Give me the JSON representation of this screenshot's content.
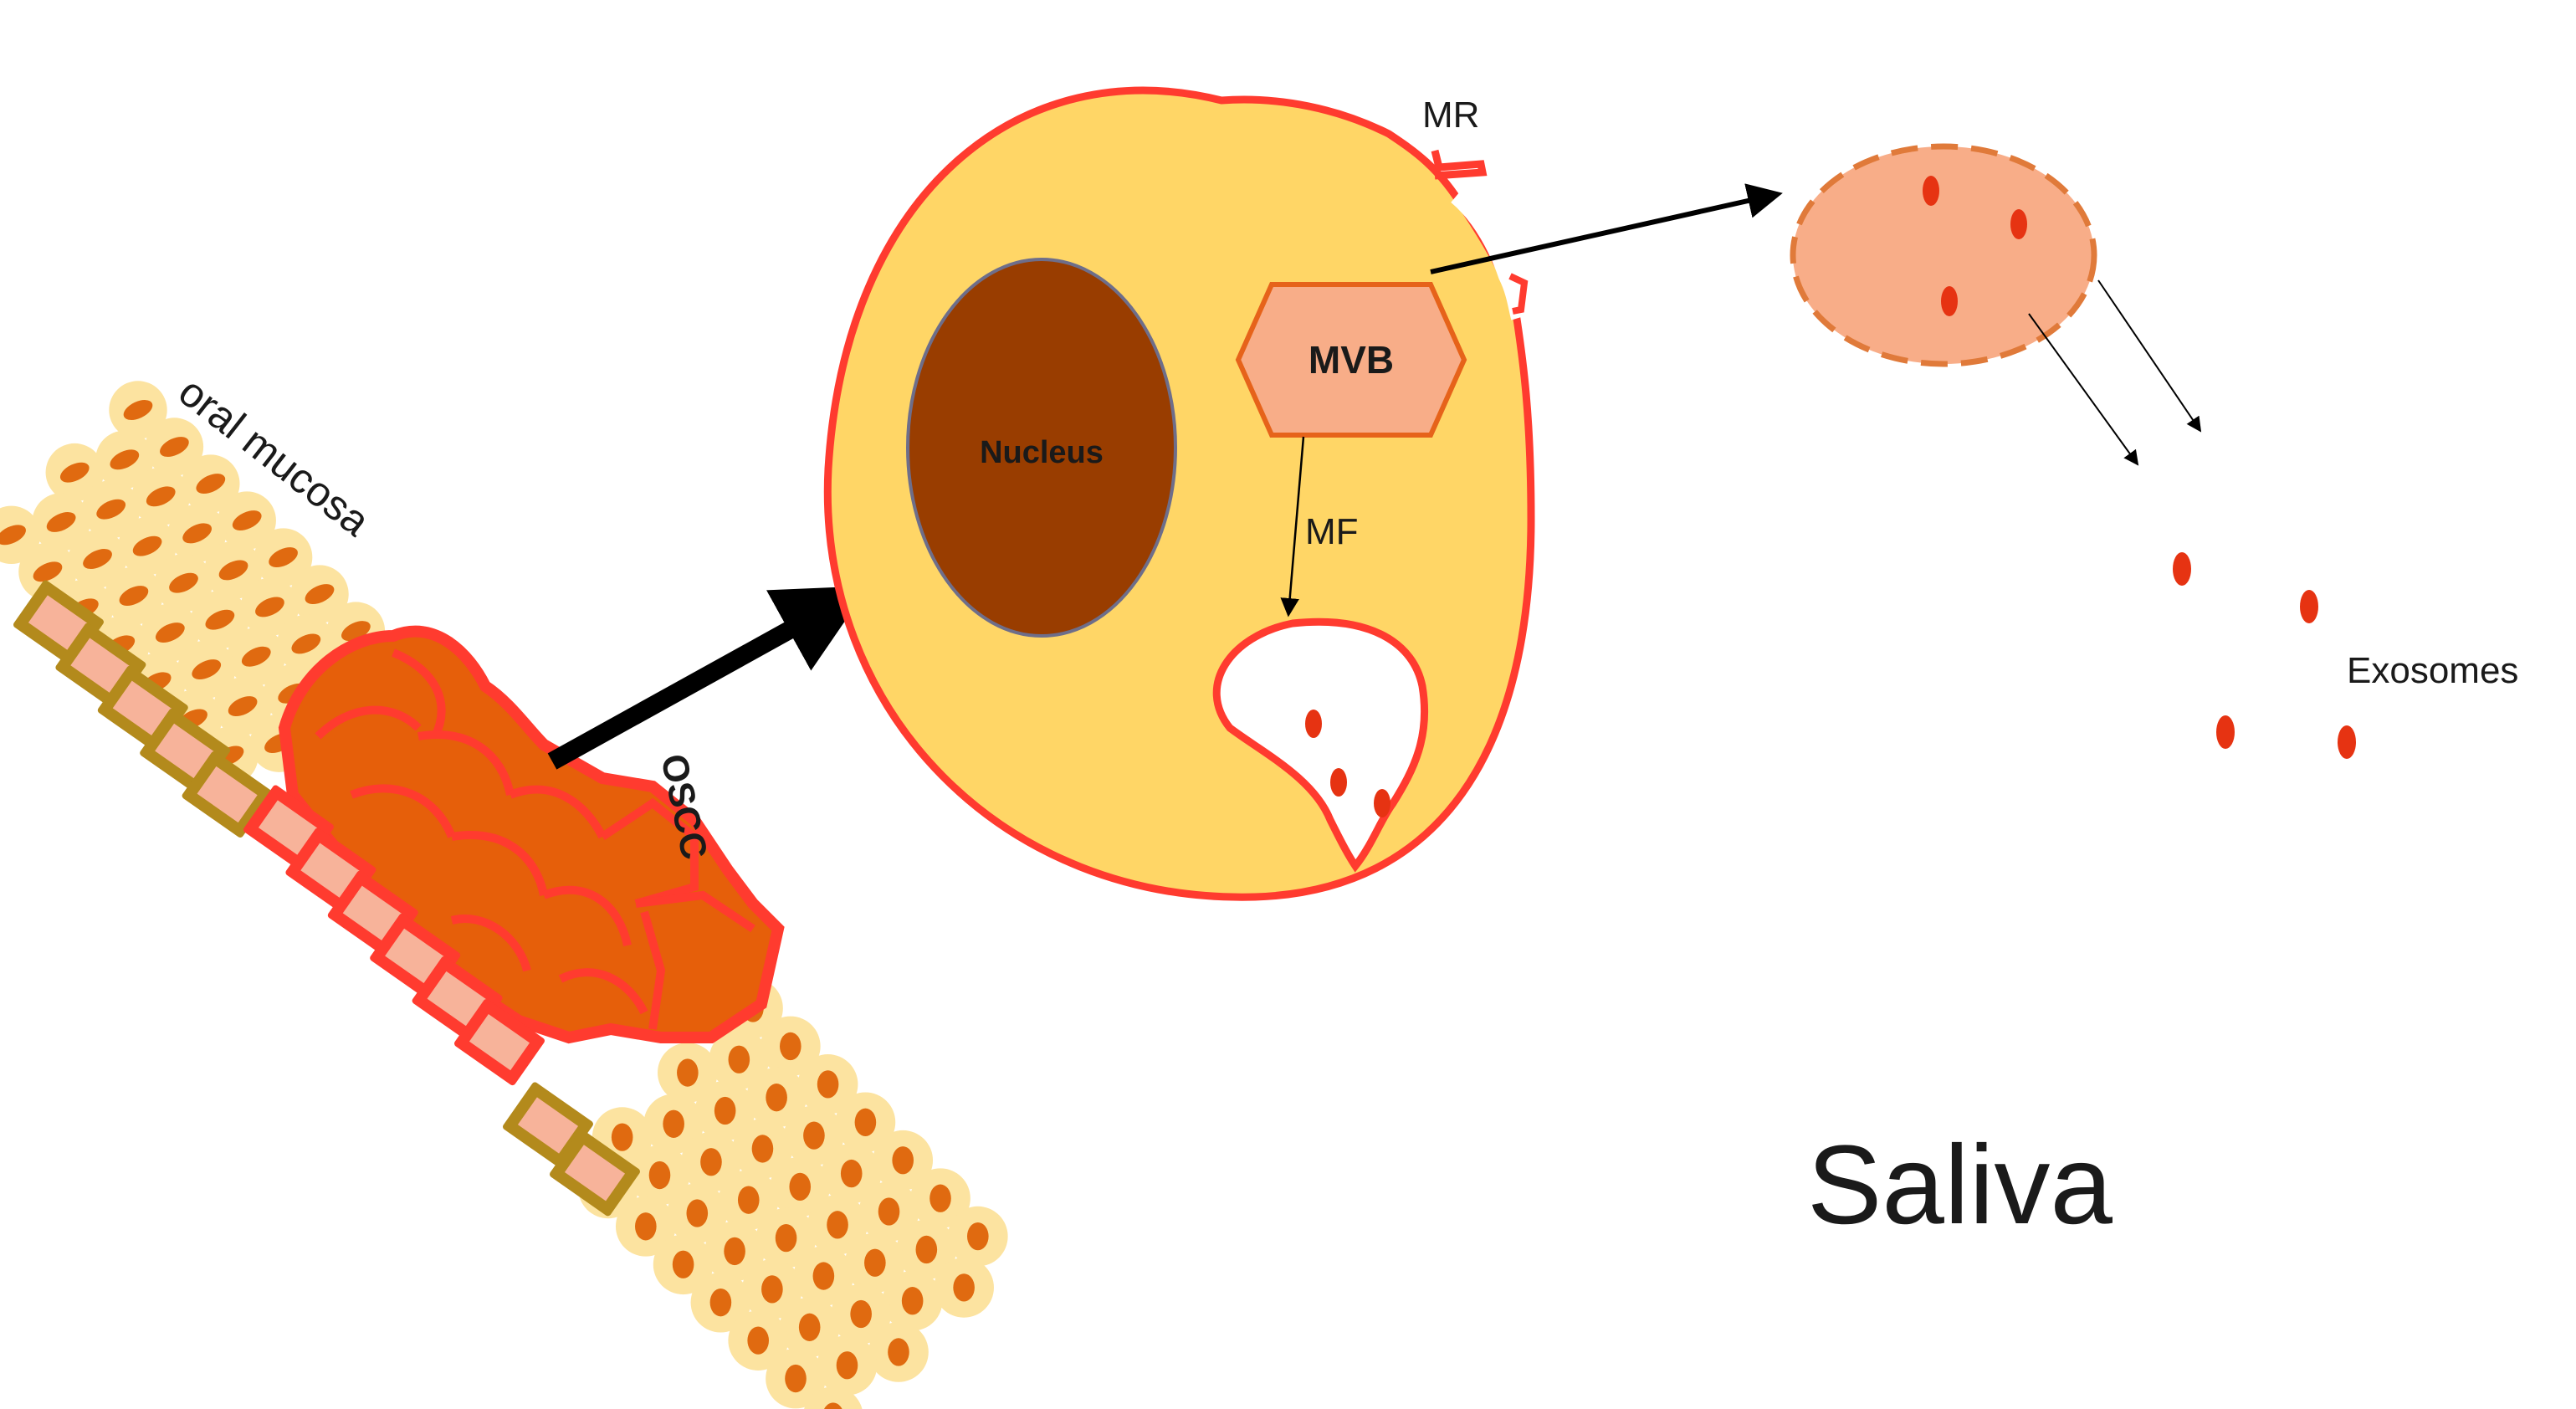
{
  "labels": {
    "oral_mucosa": "oral mucosa",
    "oscc": "OSCC",
    "nucleus": "Nucleus",
    "mvb": "MVB",
    "mf": "MF",
    "mr": "MR",
    "exosomes": "Exosomes",
    "saliva": "Saliva"
  },
  "colors": {
    "cell_fill": "#FFD666",
    "cell_border": "#FF3B2F",
    "nucleus_fill": "#993D00",
    "mvb_fill": "#F8AD88",
    "vesicle_fill": "#F8AD88",
    "vesicle_border": "#E07A3A",
    "exosome": "#E63312",
    "mucosa_fill": "#FCE3A0",
    "mucosa_dot": "#E06A10",
    "tumor_fill": "#E65F0A",
    "tumor_border": "#FF3B2F",
    "basal_border": "#B38A1C",
    "basal_fill": "#F7B39A",
    "arrow": "#000000"
  },
  "icons": [
    "arrow-right-icon"
  ]
}
